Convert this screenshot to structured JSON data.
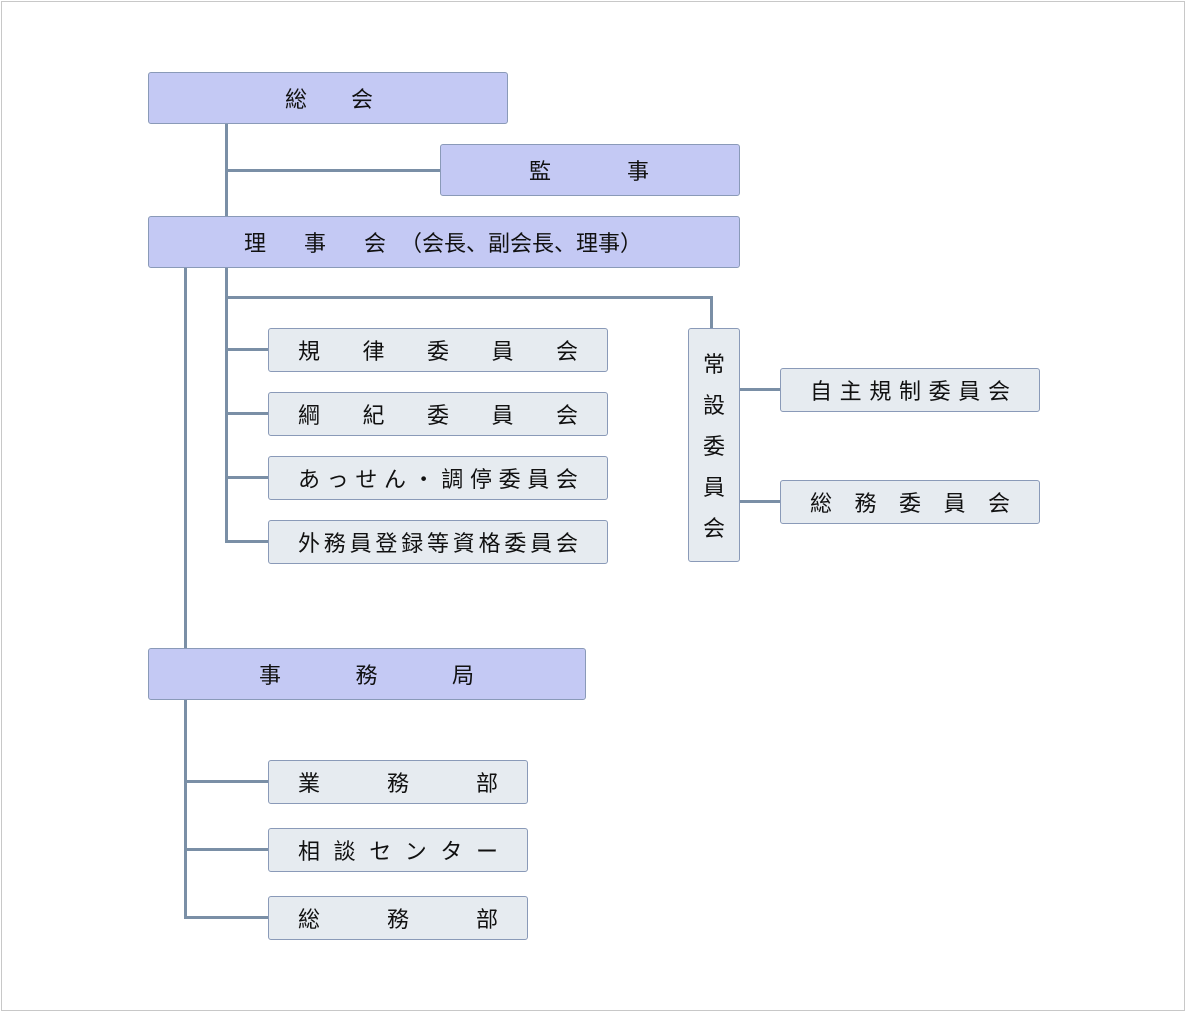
{
  "org": {
    "general_assembly": [
      "総",
      "会"
    ],
    "auditor": [
      "監",
      "事"
    ],
    "board": {
      "chars": [
        "理",
        "事",
        "会"
      ],
      "note": "（会長、副会長、理事）"
    },
    "committees": [
      [
        "規",
        "律",
        "委",
        "員",
        "会"
      ],
      [
        "綱",
        "紀",
        "委",
        "員",
        "会"
      ],
      [
        "あ",
        "っ",
        "せ",
        "ん",
        "・",
        "調",
        "停",
        "委",
        "員",
        "会"
      ],
      [
        "外",
        "務",
        "員",
        "登",
        "録",
        "等",
        "資",
        "格",
        "委",
        "員",
        "会"
      ]
    ],
    "standing_committee": [
      "常",
      "設",
      "委",
      "員",
      "会"
    ],
    "standing_sub": [
      [
        "自",
        "主",
        "規",
        "制",
        "委",
        "員",
        "会"
      ],
      [
        "総",
        "務",
        "委",
        "員",
        "会"
      ]
    ],
    "secretariat": [
      "事",
      "務",
      "局"
    ],
    "departments": [
      [
        "業",
        "務",
        "部"
      ],
      [
        "相",
        "談",
        "セ",
        "ン",
        "タ",
        "ー"
      ],
      [
        "総",
        "務",
        "部"
      ]
    ]
  }
}
